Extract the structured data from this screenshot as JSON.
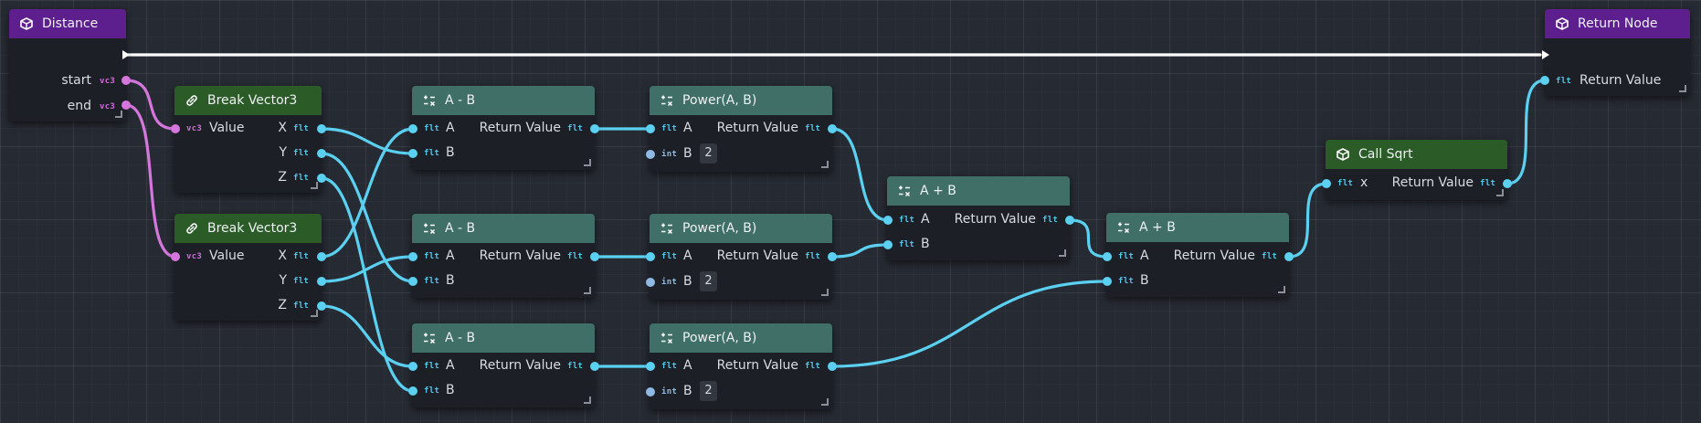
{
  "colors": {
    "background": "#262a32",
    "node_body": "#1c1f26",
    "header_purple": "#5d1e8e",
    "header_green": "#2b5c28",
    "header_teal": "#3f6f66",
    "float_wire": "#5bd0f0",
    "vector_wire": "#d476dc",
    "exec_wire": "#ffffff"
  },
  "type_tags": {
    "flt": "flt",
    "int": "int",
    "vec3": "vc3"
  },
  "nodes": {
    "distance": {
      "title": "Distance",
      "icon": "cube-icon",
      "out_start": "start",
      "out_end": "end"
    },
    "return_node": {
      "title": "Return Node",
      "icon": "cube-icon",
      "in_return": "Return Value"
    },
    "break1": {
      "title": "Break Vector3",
      "icon": "link-icon",
      "in_value": "Value",
      "out_x": "X",
      "out_y": "Y",
      "out_z": "Z"
    },
    "break2": {
      "title": "Break Vector3",
      "icon": "link-icon",
      "in_value": "Value",
      "out_x": "X",
      "out_y": "Y",
      "out_z": "Z"
    },
    "sub1": {
      "title": "A - B",
      "icon": "math-icon",
      "in_a": "A",
      "in_b": "B",
      "out": "Return Value"
    },
    "sub2": {
      "title": "A - B",
      "icon": "math-icon",
      "in_a": "A",
      "in_b": "B",
      "out": "Return Value"
    },
    "sub3": {
      "title": "A - B",
      "icon": "math-icon",
      "in_a": "A",
      "in_b": "B",
      "out": "Return Value"
    },
    "pow1": {
      "title": "Power(A, B)",
      "icon": "math-icon",
      "in_a": "A",
      "in_b": "B",
      "b_value": "2",
      "out": "Return Value"
    },
    "pow2": {
      "title": "Power(A, B)",
      "icon": "math-icon",
      "in_a": "A",
      "in_b": "B",
      "b_value": "2",
      "out": "Return Value"
    },
    "pow3": {
      "title": "Power(A, B)",
      "icon": "math-icon",
      "in_a": "A",
      "in_b": "B",
      "b_value": "2",
      "out": "Return Value"
    },
    "add1": {
      "title": "A + B",
      "icon": "math-icon",
      "in_a": "A",
      "in_b": "B",
      "out": "Return Value"
    },
    "add2": {
      "title": "A + B",
      "icon": "math-icon",
      "in_a": "A",
      "in_b": "B",
      "out": "Return Value"
    },
    "sqrt": {
      "title": "Call Sqrt",
      "icon": "cube-icon",
      "in_x": "x",
      "out": "Return Value"
    }
  }
}
